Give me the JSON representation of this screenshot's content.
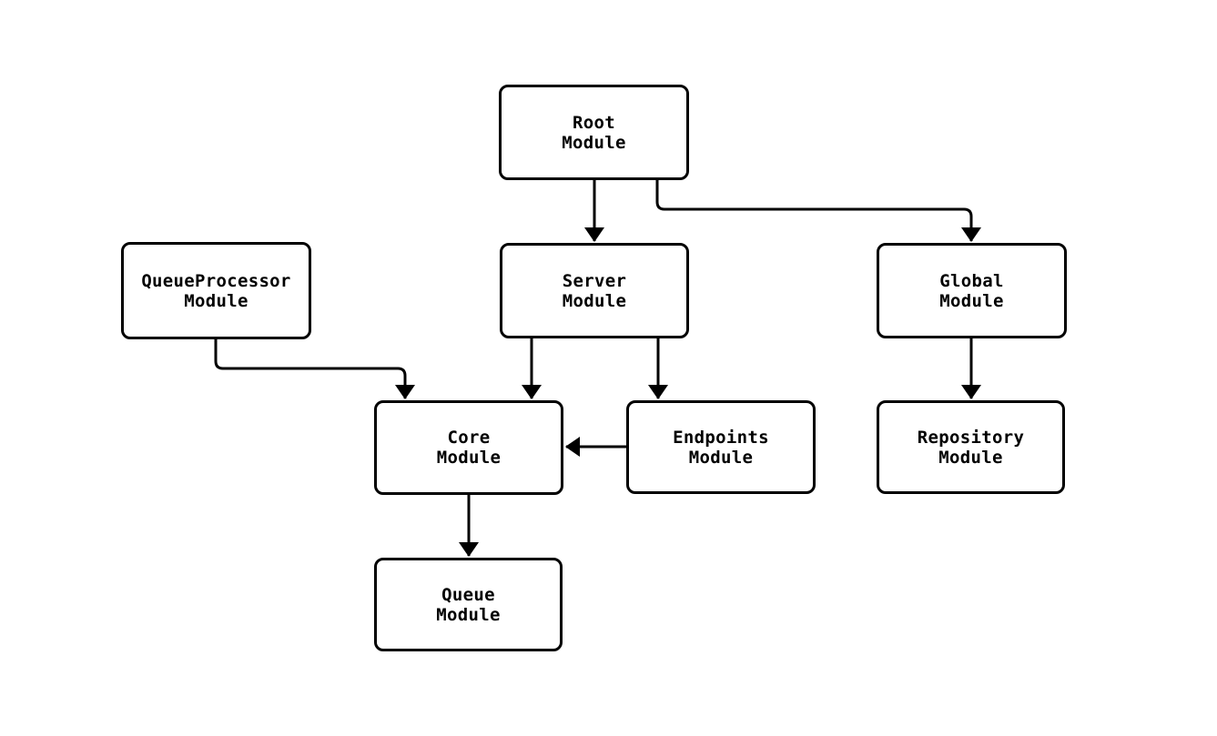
{
  "diagram": {
    "type": "module-dependency-flowchart",
    "background_color": "#ffffff",
    "stroke_color": "#000000",
    "node_fill_color": "#ffffff",
    "text_color": "#000000",
    "nodes": [
      {
        "id": "root",
        "label": "Root\nModule"
      },
      {
        "id": "queueprocessor",
        "label": "QueueProcessor\nModule"
      },
      {
        "id": "server",
        "label": "Server\nModule"
      },
      {
        "id": "global",
        "label": "Global\nModule"
      },
      {
        "id": "core",
        "label": "Core\nModule"
      },
      {
        "id": "endpoints",
        "label": "Endpoints\nModule"
      },
      {
        "id": "repository",
        "label": "Repository\nModule"
      },
      {
        "id": "queue",
        "label": "Queue\nModule"
      }
    ],
    "edges": [
      {
        "from": "root",
        "to": "server"
      },
      {
        "from": "root",
        "to": "global"
      },
      {
        "from": "server",
        "to": "core"
      },
      {
        "from": "server",
        "to": "endpoints"
      },
      {
        "from": "queueprocessor",
        "to": "core"
      },
      {
        "from": "endpoints",
        "to": "core"
      },
      {
        "from": "global",
        "to": "repository"
      },
      {
        "from": "core",
        "to": "queue"
      }
    ]
  }
}
